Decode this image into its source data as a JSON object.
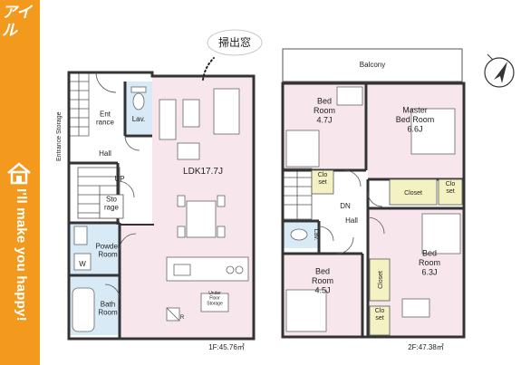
{
  "brand": {
    "logo": "アイル",
    "slogan": "I'll make you happy!",
    "color": "#f39a1e"
  },
  "annotation": {
    "window": "掃出窓"
  },
  "floor1": {
    "area": "1F:45.76㎡",
    "rooms": {
      "entrance_storage": "Entrance Storage",
      "entrance": "Ent\nrance",
      "lav": "Lav.",
      "hall": "Hall",
      "up": "UP",
      "storage": "Sto\nrage",
      "ldk": "LDK17.7J",
      "powder": "Powder\nRoom",
      "w": "W",
      "bath": "Bath\nRoom",
      "underfloor": "Under\nFloor\nStorage",
      "r": "R"
    }
  },
  "floor2": {
    "area": "2F:47.38㎡",
    "rooms": {
      "balcony": "Balcony",
      "bed1": "Bed\nRoom\n4.7J",
      "master": "Master\nBed Room\n6.6J",
      "closet_a": "Clo\nset",
      "dn": "DN",
      "closet_b": "Closet",
      "closet_c": "Clo\nset",
      "lav": "Lav.",
      "hall": "Hall",
      "bed2": "Bed\nRoom\n6.3J",
      "bed3": "Bed\nRoom\n4.5J",
      "closet_d": "Closet",
      "closet_e": "Clo\nset"
    }
  }
}
